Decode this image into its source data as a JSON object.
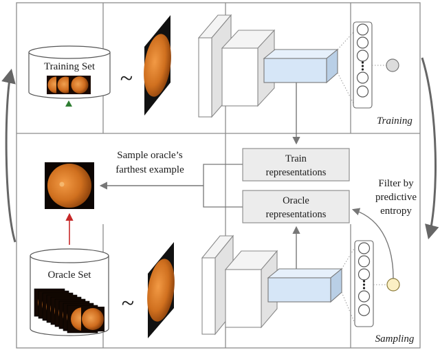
{
  "labels": {
    "training_set": "Training Set",
    "oracle_set": "Oracle Set",
    "tilde_top": "~",
    "tilde_bottom": "~",
    "training": "Training",
    "sampling": "Sampling",
    "train_repr_line1": "Train",
    "train_repr_line2": "representations",
    "oracle_repr_line1": "Oracle",
    "oracle_repr_line2": "representations",
    "sample_line1": "Sample oracle’s",
    "sample_line2": "farthest example",
    "filter_line1": "Filter by",
    "filter_line2": "predictive",
    "filter_line3": "entropy"
  },
  "colors": {
    "grid": "#8c8c8c",
    "fundus_dark": "#7a3506",
    "fundus_light": "#e3822e",
    "dense_layer": "#d6e6f7",
    "output_node_training": "#dcdcdc",
    "output_node_sampling": "#fbf0c4",
    "training_marker": "#2e7d32",
    "oracle_arrow": "#c62828"
  }
}
